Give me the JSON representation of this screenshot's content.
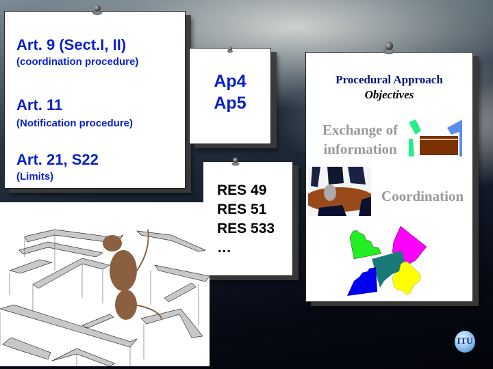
{
  "card1": {
    "items": [
      {
        "title": "Art. 9 (Sect.I, II)",
        "subtitle": "(coordination procedure)"
      },
      {
        "title": "Art. 11",
        "subtitle": "(Notification procedure)"
      },
      {
        "title": "Art. 21, S22",
        "subtitle": "(Limits)"
      }
    ]
  },
  "card2": {
    "lines": [
      "Ap4",
      "Ap5"
    ]
  },
  "card3": {
    "lines": [
      "RES 49",
      "RES 51",
      "RES 533",
      "…"
    ]
  },
  "card4": {
    "title": "Procedural Approach",
    "subtitle": "Objectives",
    "objectives": [
      {
        "label_line1": "Exchange of",
        "label_line2": "information",
        "icon": "exchange-icon"
      },
      {
        "label": "Coordination",
        "icon": "meeting-image"
      }
    ],
    "puzzle_colors": [
      "#22ee22",
      "#ff00ff",
      "#1a7a78",
      "#ffff00",
      "#0000ee"
    ]
  },
  "images": {
    "maze": "maze-with-mice-image",
    "logo": "ITU"
  },
  "colors": {
    "accent_blue": "#0a1fc8",
    "navy": "#0a1080",
    "gray_text": "#999999"
  }
}
